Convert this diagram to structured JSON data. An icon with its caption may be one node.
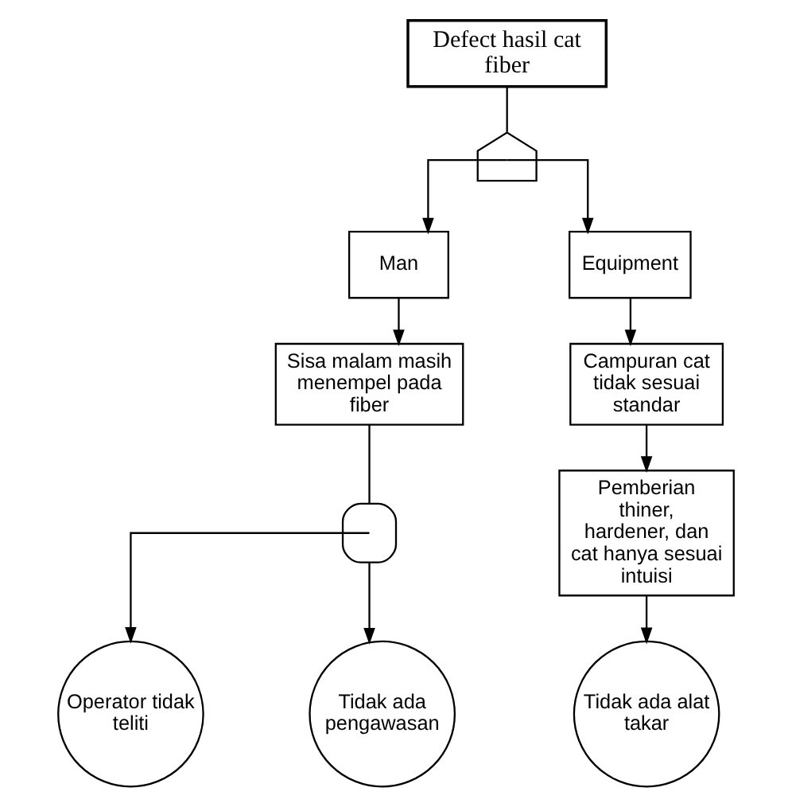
{
  "diagram": {
    "nodes": [
      {
        "text": [
          "Defect hasil cat fiber"
        ]
      },
      {
        "text": [],
        "shape": "or-gate"
      },
      {
        "text": [
          "Man"
        ]
      },
      {
        "text": [
          "Equipment"
        ]
      },
      {
        "text": [
          "Sisa malam masih menempel pada fiber"
        ]
      },
      {
        "text": [],
        "shape": "and-gate"
      },
      {
        "text": [
          "Campuran cat tidak sesuai standar"
        ]
      },
      {
        "text": [
          "Pemberian thiner, hardener, dan cat hanya sesuai intuisi"
        ]
      },
      {
        "text": [
          "Operator tidak teliti"
        ]
      },
      {
        "text": [
          "Tidak ada pengawasan"
        ]
      },
      {
        "text": [
          "Tidak ada alat takar"
        ]
      }
    ],
    "edges": [
      {
        "from": 0,
        "to": 1,
        "arrow": "none"
      },
      {
        "from": 1,
        "to": 2,
        "arrow": "to"
      },
      {
        "from": 1,
        "to": 3,
        "arrow": "to"
      },
      {
        "from": 2,
        "to": 4,
        "arrow": "to"
      },
      {
        "from": 4,
        "to": 5,
        "arrow": "none"
      },
      {
        "from": 5,
        "to": 8,
        "arrow": "to"
      },
      {
        "from": 5,
        "to": 9,
        "arrow": "to"
      },
      {
        "from": 3,
        "to": 6,
        "arrow": "to"
      },
      {
        "from": 6,
        "to": 7,
        "arrow": "to"
      },
      {
        "from": 7,
        "to": 10,
        "arrow": "to"
      }
    ]
  }
}
